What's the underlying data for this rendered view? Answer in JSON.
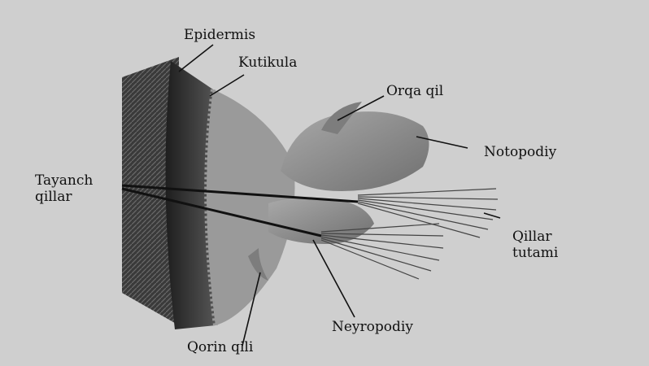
{
  "labels": {
    "epidermis": "Epidermis",
    "kutikula": "Kutikula",
    "orqa_qil": "Orqa qil",
    "notopodiy": "Notopodiy",
    "tayanch_qillar": [
      "Tayanch",
      "qillar"
    ],
    "qillar_tutami": [
      "Qillar",
      "tutami"
    ],
    "qorin_qili": "Qorin qili",
    "neyropodiy": "Neyropodiy"
  },
  "colors": {
    "background": "#cfcfcf",
    "ink": "#111111",
    "body_dark": "#2b2b2b",
    "lobe": "#8f8f8f",
    "bristle": "#444444"
  },
  "icons": {
    "figure": "polychaete-parapodium-illustration"
  }
}
